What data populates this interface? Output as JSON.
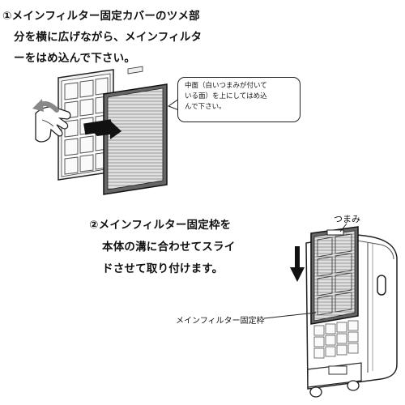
{
  "step1": {
    "lines": [
      "①メインフィルター固定カバーのツメ部",
      "分を横に広げながら、メインフィルタ",
      "ーをはめ込んで下さい。"
    ]
  },
  "callout": {
    "lines": [
      "中面（白いつまみが付いて",
      "いる面）を上にしてはめ込",
      "んで下さい。"
    ]
  },
  "step2": {
    "lines": [
      "②メインフィルター固定枠を",
      "本体の溝に合わせてスライ",
      "ドさせて取り付けます。"
    ]
  },
  "labels": {
    "tsumami": "つまみ",
    "frame": "メインフィルター固定枠"
  }
}
